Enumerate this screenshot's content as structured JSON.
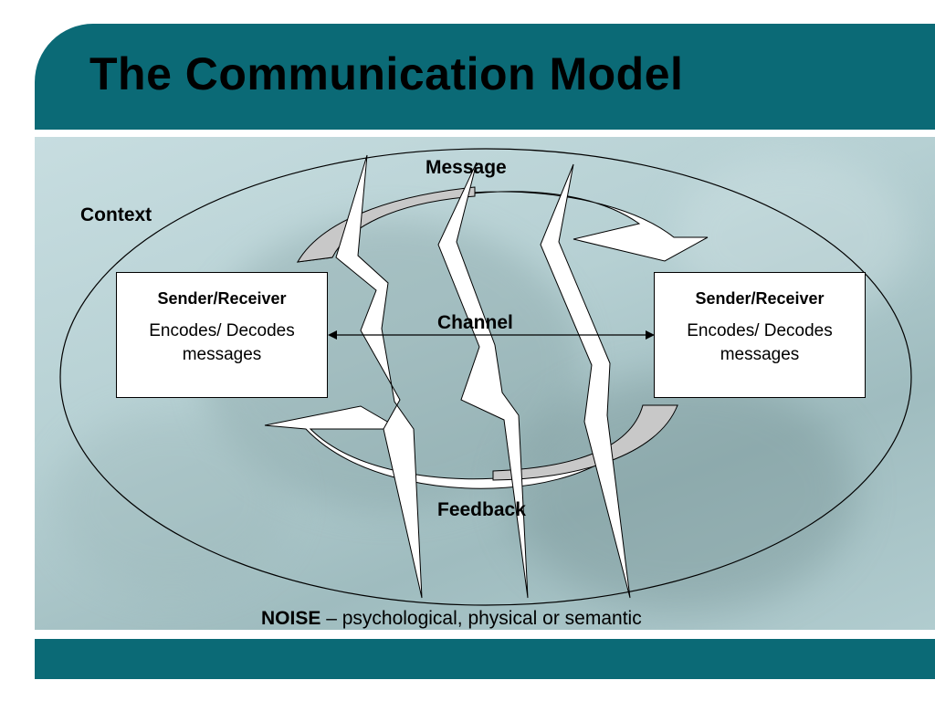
{
  "slide": {
    "title": "The Communication Model"
  },
  "diagram": {
    "context_label": "Context",
    "message_label": "Message",
    "channel_label": "Channel",
    "feedback_label": "Feedback",
    "left_node": {
      "title": "Sender/Receiver",
      "description": "Encodes/ Decodes messages"
    },
    "right_node": {
      "title": "Sender/Receiver",
      "description": "Encodes/ Decodes messages"
    },
    "noise": {
      "key": "NOISE",
      "description": " – psychological, physical or semantic"
    }
  },
  "colors": {
    "header_teal": "#0b6a76",
    "arrow_gray": "#c8c8c8",
    "shape_white": "#ffffff"
  }
}
